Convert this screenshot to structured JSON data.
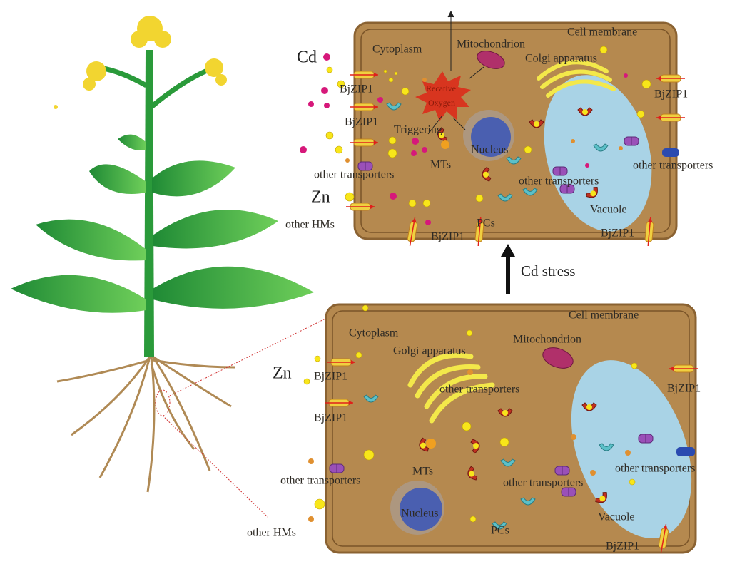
{
  "colors": {
    "cell_fill": "#b5894f",
    "cell_border": "#8a6232",
    "vacuole": "#a9d3e6",
    "nucleus": "#4a5fb0",
    "golgi": "#f3e84a",
    "mitochondrion": "#b0306a",
    "zn_ion": "#f8e61a",
    "cd_ion": "#d6187a",
    "ros": "#d8351f",
    "plant_green": "#2a9a3a",
    "root": "#b08a55"
  },
  "top_cell": {
    "cd": "Cd",
    "zn": "Zn",
    "cytoplasm": "Cytoplasm",
    "mitochondrion": "Mitochondrion",
    "cell_membrane": "Cell membrane",
    "golgi": "Colgi apparatus",
    "ros_line1": "Recative",
    "ros_line2": "Oxygen",
    "triggering": "Triggering",
    "nucleus": "Nucleus",
    "mts": "MTs",
    "pcs": "PCs",
    "vacuole": "Vacuole",
    "other_hms": "other HMs",
    "bjzip1": [
      "BjZIP1",
      "BjZIP1",
      "BjZIP1",
      "BjZIP1",
      "BjZIP1"
    ],
    "other_transporters": [
      "other transporters",
      "other transporters",
      "other transporters"
    ]
  },
  "arrow_label": "Cd stress",
  "bottom_cell": {
    "zn": "Zn",
    "cytoplasm": "Cytoplasm",
    "mitochondrion": "Mitochondrion",
    "cell_membrane": "Cell membrane",
    "golgi": "Golgi apparatus",
    "nucleus": "Nucleus",
    "mts": "MTs",
    "pcs": "PCs",
    "vacuole": "Vacuole",
    "other_hms": "other HMs",
    "bjzip1": [
      "BjZIP1",
      "BjZIP1",
      "BjZIP1",
      "BjZIP1"
    ],
    "other_transporters": [
      "other transporters",
      "other transporters",
      "other transporters",
      "other transporters"
    ]
  }
}
